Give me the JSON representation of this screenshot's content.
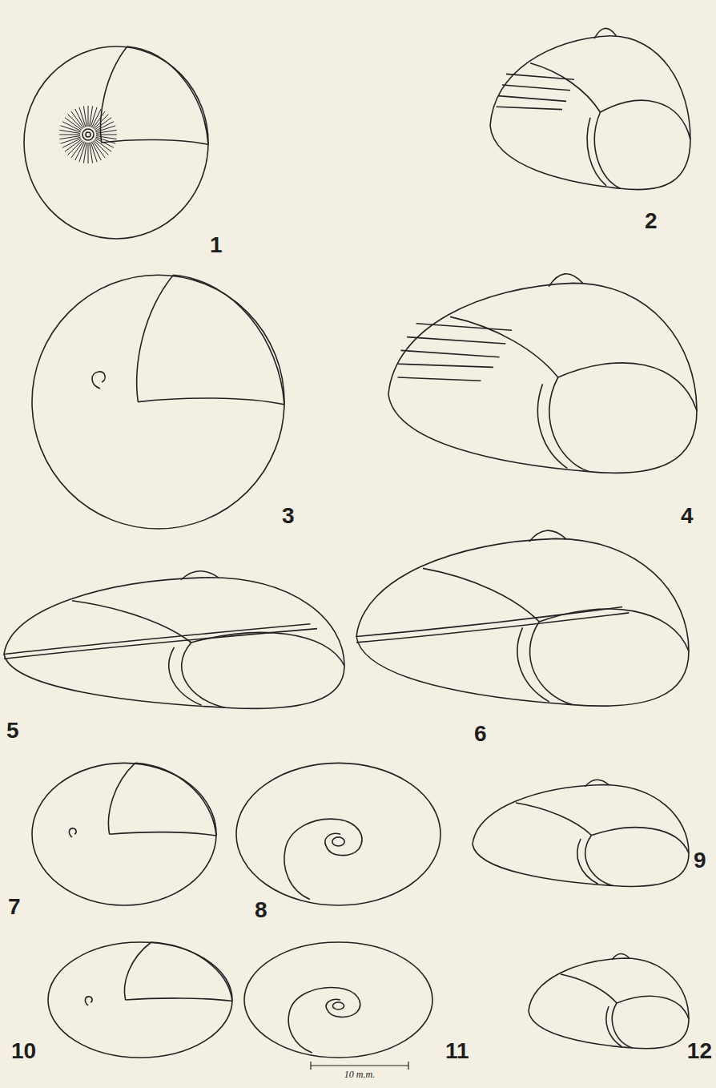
{
  "diagram": {
    "labels": [
      "1",
      "2",
      "3",
      "4",
      "5",
      "6",
      "7",
      "8",
      "9",
      "10",
      "11",
      "12",
      "10 m.m."
    ]
  }
}
